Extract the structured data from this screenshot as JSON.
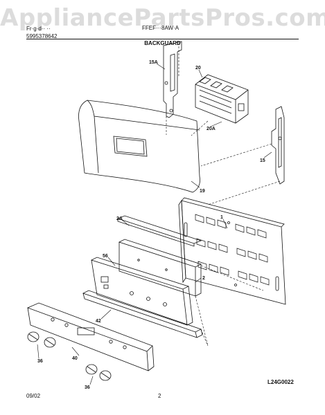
{
  "watermark": "AppliancePartsPros.com",
  "header": {
    "line1": "Fr·g·d·· ··",
    "line2": "5995378642",
    "model": "FFEF···8AW·A"
  },
  "title": "BACKGUARD",
  "footer": {
    "date": "09/02",
    "page": "2",
    "code": "L24G0022"
  },
  "callouts": {
    "c1": "1",
    "c2": "2",
    "c2a": "2A",
    "c15": "15",
    "c15a": "15A",
    "c19": "19",
    "c20": "20",
    "c20a": "20A",
    "c36a": "36",
    "c36b": "36",
    "c40": "40",
    "c42": "42",
    "c56": "56"
  }
}
